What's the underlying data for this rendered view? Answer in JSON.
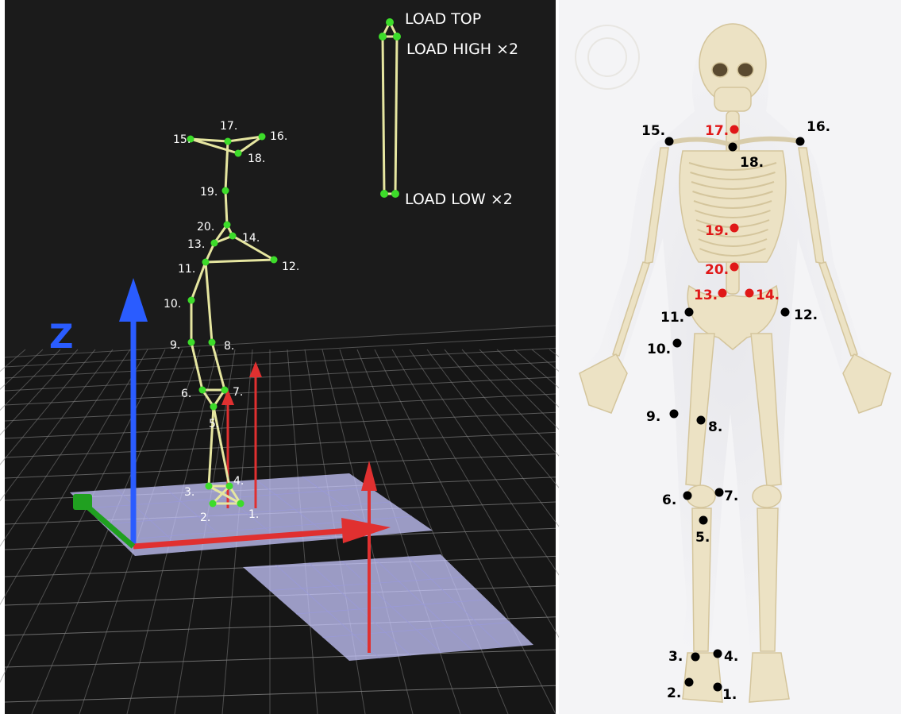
{
  "left_panel": {
    "axis_label": "Z",
    "load_labels": {
      "top": "LOAD TOP",
      "high": "LOAD HIGH ×2",
      "low": "LOAD LOW ×2"
    },
    "markers": [
      "1.",
      "2.",
      "3.",
      "4.",
      "5.",
      "6.",
      "7.",
      "8.",
      "9.",
      "10.",
      "11.",
      "12.",
      "13.",
      "14.",
      "15.",
      "16.",
      "17.",
      "18.",
      "19.",
      "20."
    ],
    "colors": {
      "background": "#1b1b1b",
      "grid_line": "#8a8a8a",
      "force_plate": "#c8c8ff",
      "marker": "#3ddc2a",
      "segment": "#e6e6a0",
      "x_axis": "#e03030",
      "y_axis": "#20a020",
      "z_axis": "#2a5cff",
      "label": "#ffffff"
    }
  },
  "right_panel": {
    "markers_black": [
      "1.",
      "2.",
      "3.",
      "4.",
      "5.",
      "6.",
      "7.",
      "8.",
      "9.",
      "10.",
      "11.",
      "12.",
      "15.",
      "16.",
      "18."
    ],
    "markers_red": [
      "13.",
      "14.",
      "17.",
      "19.",
      "20."
    ],
    "colors": {
      "background": "#f4f4f6",
      "bone": "#ece2c4",
      "bone_shade": "#d4c59c",
      "marker_black": "#000000",
      "marker_red": "#e01818"
    }
  }
}
